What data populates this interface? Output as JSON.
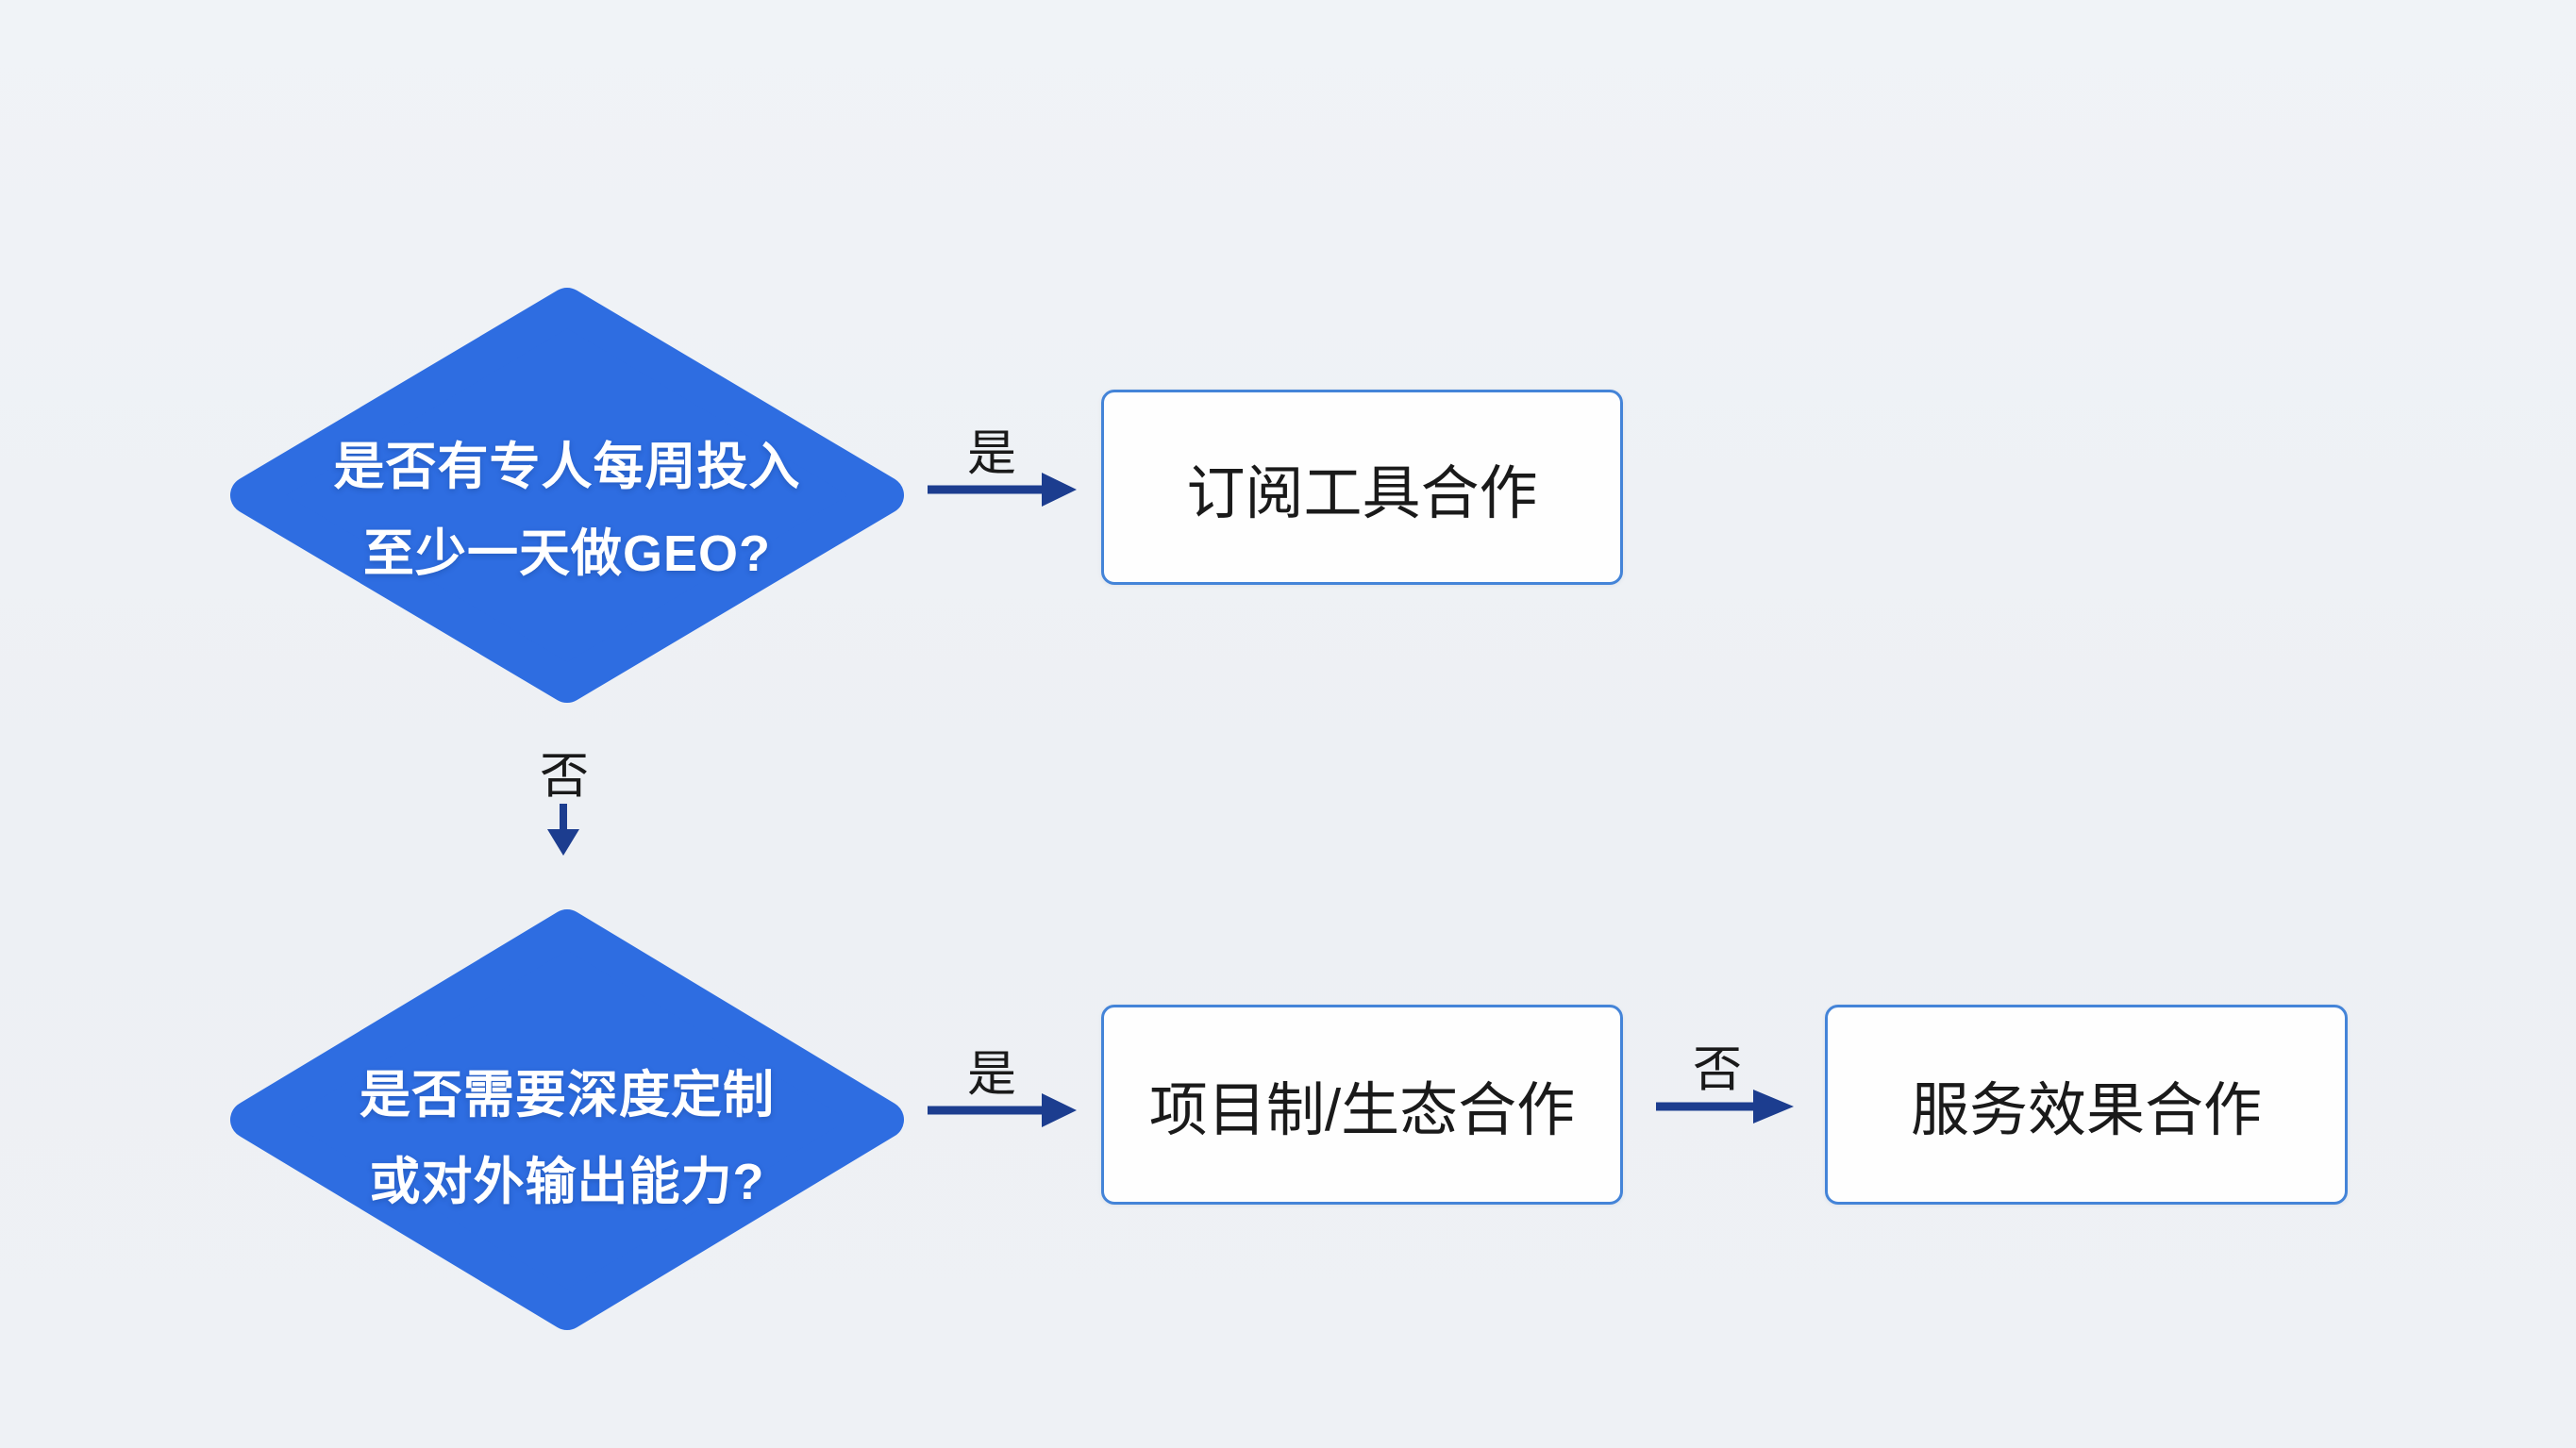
{
  "diagram_title": "GEO cooperation decision flowchart",
  "nodes": {
    "decision1": {
      "line1": "是否有专人每周投入",
      "line2": "至少一天做GEO?"
    },
    "decision2": {
      "line1": "是否需要深度定制",
      "line2": "或对外输出能力?"
    },
    "outcome1": {
      "label": "订阅工具合作"
    },
    "outcome2": {
      "label": "项目制/生态合作"
    },
    "outcome3": {
      "label": "服务效果合作"
    }
  },
  "edges": {
    "decision1_yes": {
      "label": "是"
    },
    "decision1_no": {
      "label": "否"
    },
    "decision2_yes": {
      "label": "是"
    },
    "decision2_no": {
      "label": "否"
    }
  },
  "colors": {
    "background": "#eef1f5",
    "diamond_fill": "#2e6de1",
    "diamond_text": "#ffffff",
    "box_fill": "#fefefe",
    "box_border": "#4484d8",
    "box_text": "#1a1a1a",
    "arrow": "#1c3d8f",
    "edge_label_text": "#1a1a1a"
  }
}
